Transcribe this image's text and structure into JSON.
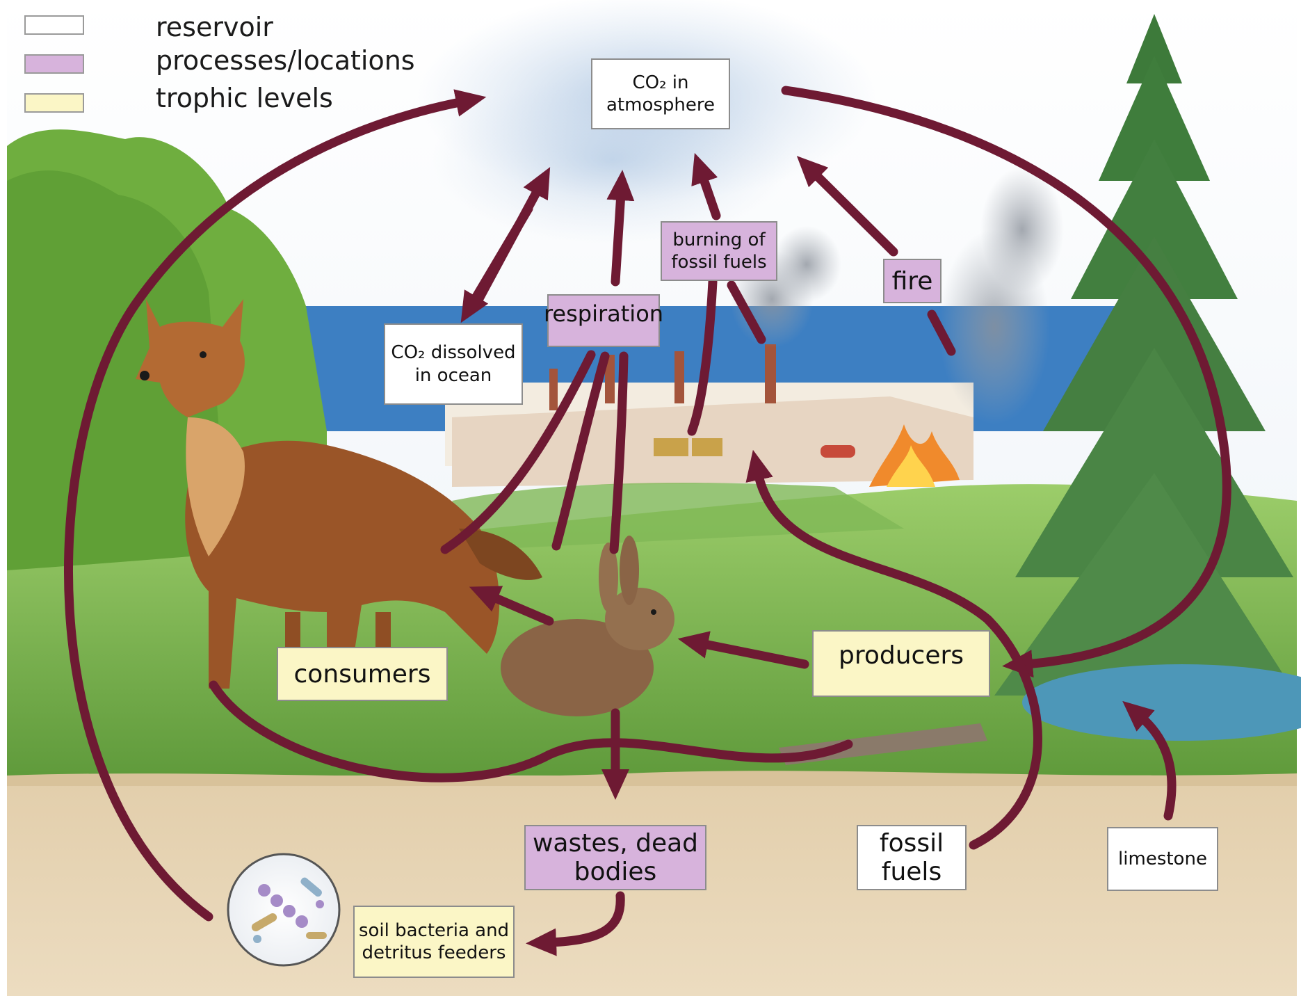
{
  "colors": {
    "arrow": "#6e1a33",
    "reservoir": "#ffffff",
    "process": "#d7b3dc",
    "trophic": "#fbf6c6"
  },
  "legend": {
    "reservoir": "reservoir",
    "process": "processes/locations",
    "trophic": "trophic levels"
  },
  "nodes": {
    "atmosphere": {
      "line1": "CO₂ in",
      "line2": "atmosphere"
    },
    "ocean": {
      "line1": "CO₂ dissolved",
      "line2": "in ocean"
    },
    "respiration": {
      "line1": "respiration"
    },
    "burning": {
      "line1": "burning of",
      "line2": "fossil fuels"
    },
    "fire": {
      "line1": "fire"
    },
    "consumers": {
      "line1": "consumers"
    },
    "producers": {
      "line1": "producers"
    },
    "wastes": {
      "line1": "wastes, dead",
      "line2": "bodies"
    },
    "fossil_fuels": {
      "line1": "fossil",
      "line2": "fuels"
    },
    "limestone": {
      "line1": "limestone"
    },
    "soil_bacteria": {
      "line1": "soil bacteria and",
      "line2": "detritus feeders"
    }
  }
}
